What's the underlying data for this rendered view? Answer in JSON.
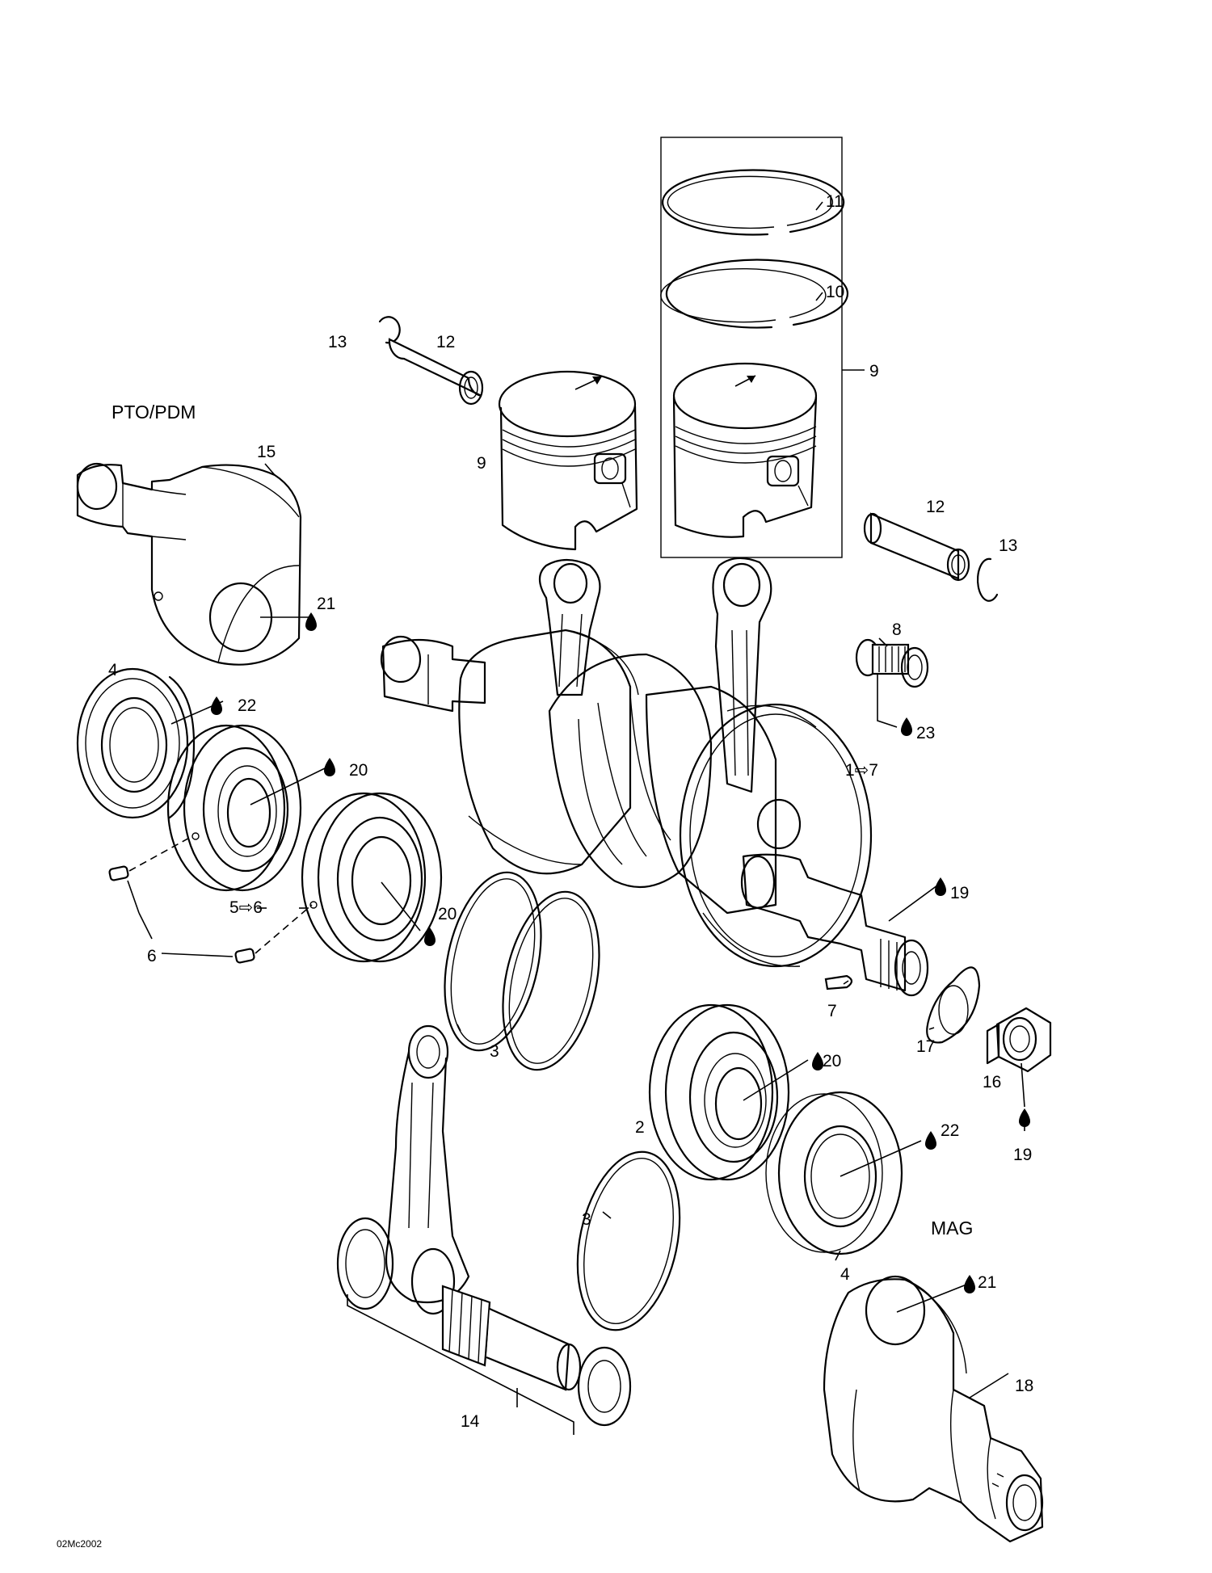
{
  "figure_code": "02Mc2002",
  "sections": {
    "pto": "PTO/PDM",
    "mag": "MAG"
  },
  "callouts": {
    "c11": "11",
    "c10": "10",
    "c9_box": "9",
    "c9_piston": "9",
    "c13_left": "13",
    "c12_left": "12",
    "c12_right": "12",
    "c13_right": "13",
    "c15": "15",
    "c21_top": "21",
    "c8": "8",
    "c23": "23",
    "c4_top": "4",
    "c22_top": "22",
    "c20_a": "20",
    "c1to7": "1⇨7",
    "c19_crank": "19",
    "c5to6": "5⇨6",
    "c6": "6",
    "c20_b": "20",
    "c7": "7",
    "c17": "17",
    "c3_top": "3",
    "c16": "16",
    "c20_c": "20",
    "c2": "2",
    "c22_bottom": "22",
    "c19_nut": "19",
    "c3_bottom": "3",
    "c4_bottom": "4",
    "c21_bottom": "21",
    "c18": "18",
    "c14": "14"
  },
  "icons": {
    "lubricant": "oil-drop-icon"
  }
}
